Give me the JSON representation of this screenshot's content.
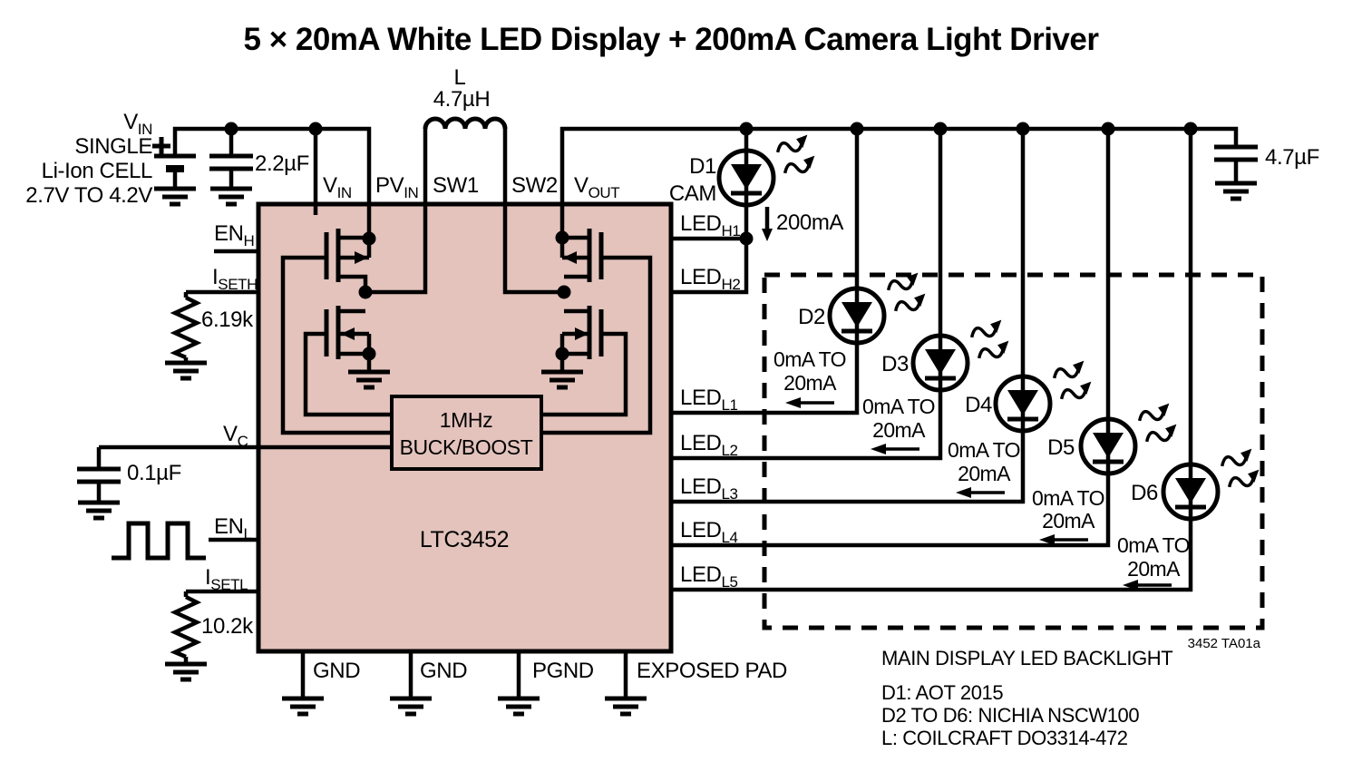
{
  "title": "5 × 20mA White LED Display + 200mA Camera Light Driver",
  "colors": {
    "ic_fill": "#e3c3bc",
    "line": "#000000"
  },
  "source": {
    "v": "V",
    "v_sub": "IN",
    "line2": "SINGLE",
    "line3": "Li-Ion CELL",
    "line4": "2.7V TO 4.2V"
  },
  "components": {
    "input_cap": "2.2µF",
    "inductor_ref": "L",
    "inductor_value": "4.7µH",
    "output_cap": "4.7µF",
    "iseth_resistor": "6.19k",
    "isetl_resistor": "10.2k",
    "vc_cap": "0.1µF"
  },
  "ic": {
    "part": "LTC3452",
    "control_line1": "1MHz",
    "control_line2": "BUCK/BOOST",
    "pins": {
      "vin": {
        "main": "V",
        "sub": "IN"
      },
      "pvin": {
        "main": "PV",
        "sub": "IN"
      },
      "sw1": {
        "main": "SW1",
        "sub": ""
      },
      "sw2": {
        "main": "SW2",
        "sub": ""
      },
      "vout": {
        "main": "V",
        "sub": "OUT"
      },
      "enh": {
        "main": "EN",
        "sub": "H"
      },
      "iseth": {
        "main": "I",
        "sub": "SETH"
      },
      "vc": {
        "main": "V",
        "sub": "C"
      },
      "enl": {
        "main": "EN",
        "sub": "L"
      },
      "isetl": {
        "main": "I",
        "sub": "SETL"
      },
      "ledh1": {
        "main": "LED",
        "sub": "H1"
      },
      "ledh2": {
        "main": "LED",
        "sub": "H2"
      },
      "ledl1": {
        "main": "LED",
        "sub": "L1"
      },
      "ledl2": {
        "main": "LED",
        "sub": "L2"
      },
      "ledl3": {
        "main": "LED",
        "sub": "L3"
      },
      "ledl4": {
        "main": "LED",
        "sub": "L4"
      },
      "ledl5": {
        "main": "LED",
        "sub": "L5"
      },
      "gnd1": "GND",
      "gnd2": "GND",
      "pgnd": "PGND",
      "exposed_pad": "EXPOSED PAD"
    }
  },
  "leds": {
    "d1": {
      "ref": "D1",
      "name": "CAM",
      "current": "200mA"
    },
    "d2": {
      "ref": "D2",
      "c1": "0mA TO",
      "c2": "20mA"
    },
    "d3": {
      "ref": "D3",
      "c1": "0mA TO",
      "c2": "20mA"
    },
    "d4": {
      "ref": "D4",
      "c1": "0mA TO",
      "c2": "20mA"
    },
    "d5": {
      "ref": "D5",
      "c1": "0mA TO",
      "c2": "20mA"
    },
    "d6": {
      "ref": "D6",
      "c1": "0mA TO",
      "c2": "20mA"
    }
  },
  "backlight": {
    "caption": "MAIN DISPLAY LED BACKLIGHT",
    "fig": "3452 TA01a"
  },
  "notes": {
    "n1": "D1: AOT 2015",
    "n2": "D2 TO D6: NICHIA NSCW100",
    "n3": "L: COILCRAFT DO3314-472"
  }
}
